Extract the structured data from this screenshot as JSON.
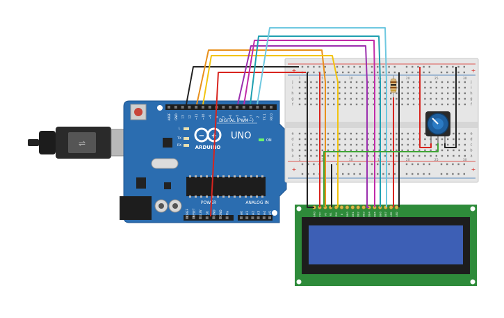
{
  "arduino": {
    "brand": "ARDUINO",
    "model": "UNO",
    "digital_header_label": "DIGITAL (PWM~)",
    "power_header_label": "POWER",
    "analog_header_label": "ANALOG IN",
    "on_label": "ON",
    "led_labels": [
      "L",
      "TX",
      "RX"
    ],
    "digital_pins": [
      "AREF",
      "GND",
      "13",
      "12",
      "~11",
      "~10",
      "~9",
      "8",
      "7",
      "~6",
      "~5",
      "4",
      "~3",
      "2",
      "TX 1",
      "RX 0"
    ],
    "power_pins": [
      "IOREF",
      "RESET",
      "3.3V",
      "5V",
      "GND",
      "GND",
      "Vin"
    ],
    "analog_pins": [
      "A0",
      "A1",
      "A2",
      "A3",
      "A4",
      "A5"
    ]
  },
  "breadboard": {
    "column_numbers": [
      "1",
      "5",
      "10",
      "15",
      "20",
      "25",
      "30"
    ],
    "row_letters_top": [
      "j",
      "i",
      "h",
      "g",
      "f"
    ],
    "row_letters_bottom": [
      "e",
      "d",
      "c",
      "b",
      "a"
    ]
  },
  "lcd": {
    "pins": [
      "GND",
      "VCC",
      "V0",
      "RS",
      "RW",
      "E",
      "DB0",
      "DB1",
      "DB2",
      "DB3",
      "DB4",
      "DB5",
      "DB6",
      "DB7",
      "LED",
      "LED"
    ],
    "screen_color": "#3d5fb5",
    "board_color": "#2e8b3a"
  },
  "colors": {
    "arduino_board": "#2b6db0",
    "wire_black": "#222222",
    "wire_orange": "#e8901c",
    "wire_yellow": "#f2c40f",
    "wire_red": "#d8241e",
    "wire_purple": "#9b2fae",
    "wire_magenta": "#c02aa8",
    "wire_teal": "#1e9fb0",
    "wire_lightblue": "#6ec8e0",
    "wire_green": "#3fa535"
  }
}
